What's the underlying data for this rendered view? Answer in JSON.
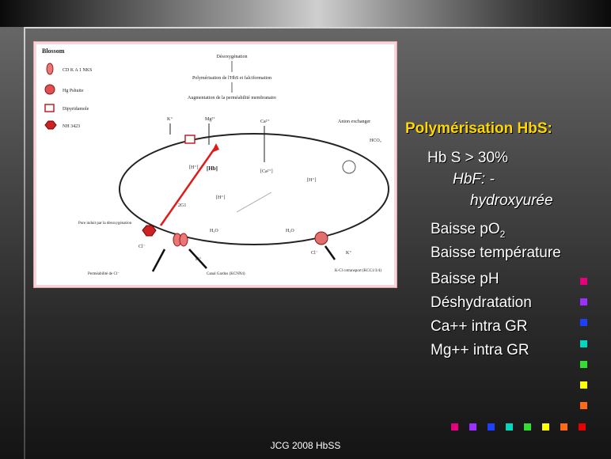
{
  "slide": {
    "heading": "Polymérisation HbS:",
    "bullets": [
      "Hb S > 30%",
      "HbF: -",
      "hydroxyurée",
      "Baisse pO",
      "Baisse température",
      "Baisse pH",
      "Déshydratation",
      "Ca++ intra GR",
      "Mg++ intra GR"
    ],
    "subscript_2": "2",
    "footer": "JCG 2008 HbSS"
  },
  "figure": {
    "legend_title": "Blossom",
    "legend_items": [
      "CD K A 1 NKS",
      "Hg Pshuite",
      "Dipyridamole",
      "NH 3423"
    ],
    "top_notes": [
      "Désoxygénation",
      "Polymérisation de l'HbS et falciformation",
      "Augmentation de la perméabilité membranaire"
    ],
    "labels": {
      "k_top": "K⁺",
      "mg": "Mg²⁺",
      "ca": "Ca²⁺",
      "anion": "Anion exchanger",
      "hco3": "HCO₃",
      "h_left": "[H⁺]",
      "hb": "[Hb]",
      "ca_in": "[Ca²⁺]",
      "h_right": "[H⁺]",
      "h_mid": "[H⁺]",
      "sg": "2G1",
      "h2o_left": "H₂O",
      "h2o_right": "H₂O",
      "cl_right": "Cl⁻",
      "k_right": "K⁺",
      "k_bottom": "K⁺",
      "cl_left": "Cl⁻",
      "pore": "Pore induit par la désoxygénation",
      "kcl": "K-Cl cotransport (KCC1/3/4)",
      "gardos": "Canal Gardos (KCNN4)",
      "left_caption": "Perméabilité de Cl⁻"
    }
  },
  "colors": {
    "heading": "#ffd700",
    "text": "#ffffff",
    "squares_right": [
      "#e6007e",
      "#9b30ff",
      "#1f3fff",
      "#00d8c0",
      "#33dd33",
      "#ffff00",
      "#ff6a1a"
    ],
    "squares_bottom": [
      "#e6007e",
      "#9b30ff",
      "#1f3fff",
      "#00d8c0",
      "#33dd33",
      "#ffff00",
      "#ff6a1a",
      "#e60000"
    ]
  }
}
